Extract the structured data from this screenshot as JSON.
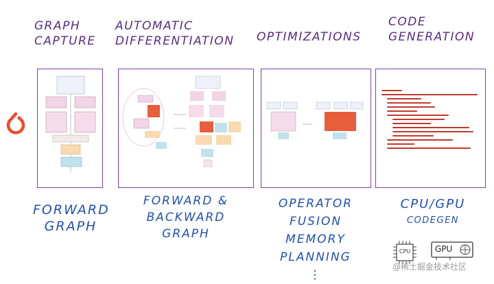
{
  "stages": [
    {
      "title_lines": [
        "GRAPH",
        "CAPTURE"
      ],
      "caption_lines": [
        "FORWARD",
        "GRAPH"
      ]
    },
    {
      "title_lines": [
        "AUTOMATIC",
        "DIFFERENTIATION"
      ],
      "caption_lines": [
        "FORWARD &",
        "BACKWARD",
        "GRAPH"
      ]
    },
    {
      "title_lines": [
        "OPTIMIZATIONS"
      ],
      "caption_lines": [
        "OPERATOR",
        "FUSION",
        "MEMORY",
        "PLANNING",
        "⋮"
      ]
    },
    {
      "title_lines": [
        "CODE",
        "GENERATION"
      ],
      "caption_lines": [
        "CPU/GPU",
        "CODEGEN"
      ]
    }
  ],
  "chips": {
    "cpu": "CPU",
    "gpu": "GPU"
  },
  "watermark": "@稀土掘金技术社区",
  "colors": {
    "title": "#5b2a86",
    "caption": "#1f4fb8",
    "box_border": "#7a3fa6",
    "logo": "#ee4c2c"
  }
}
